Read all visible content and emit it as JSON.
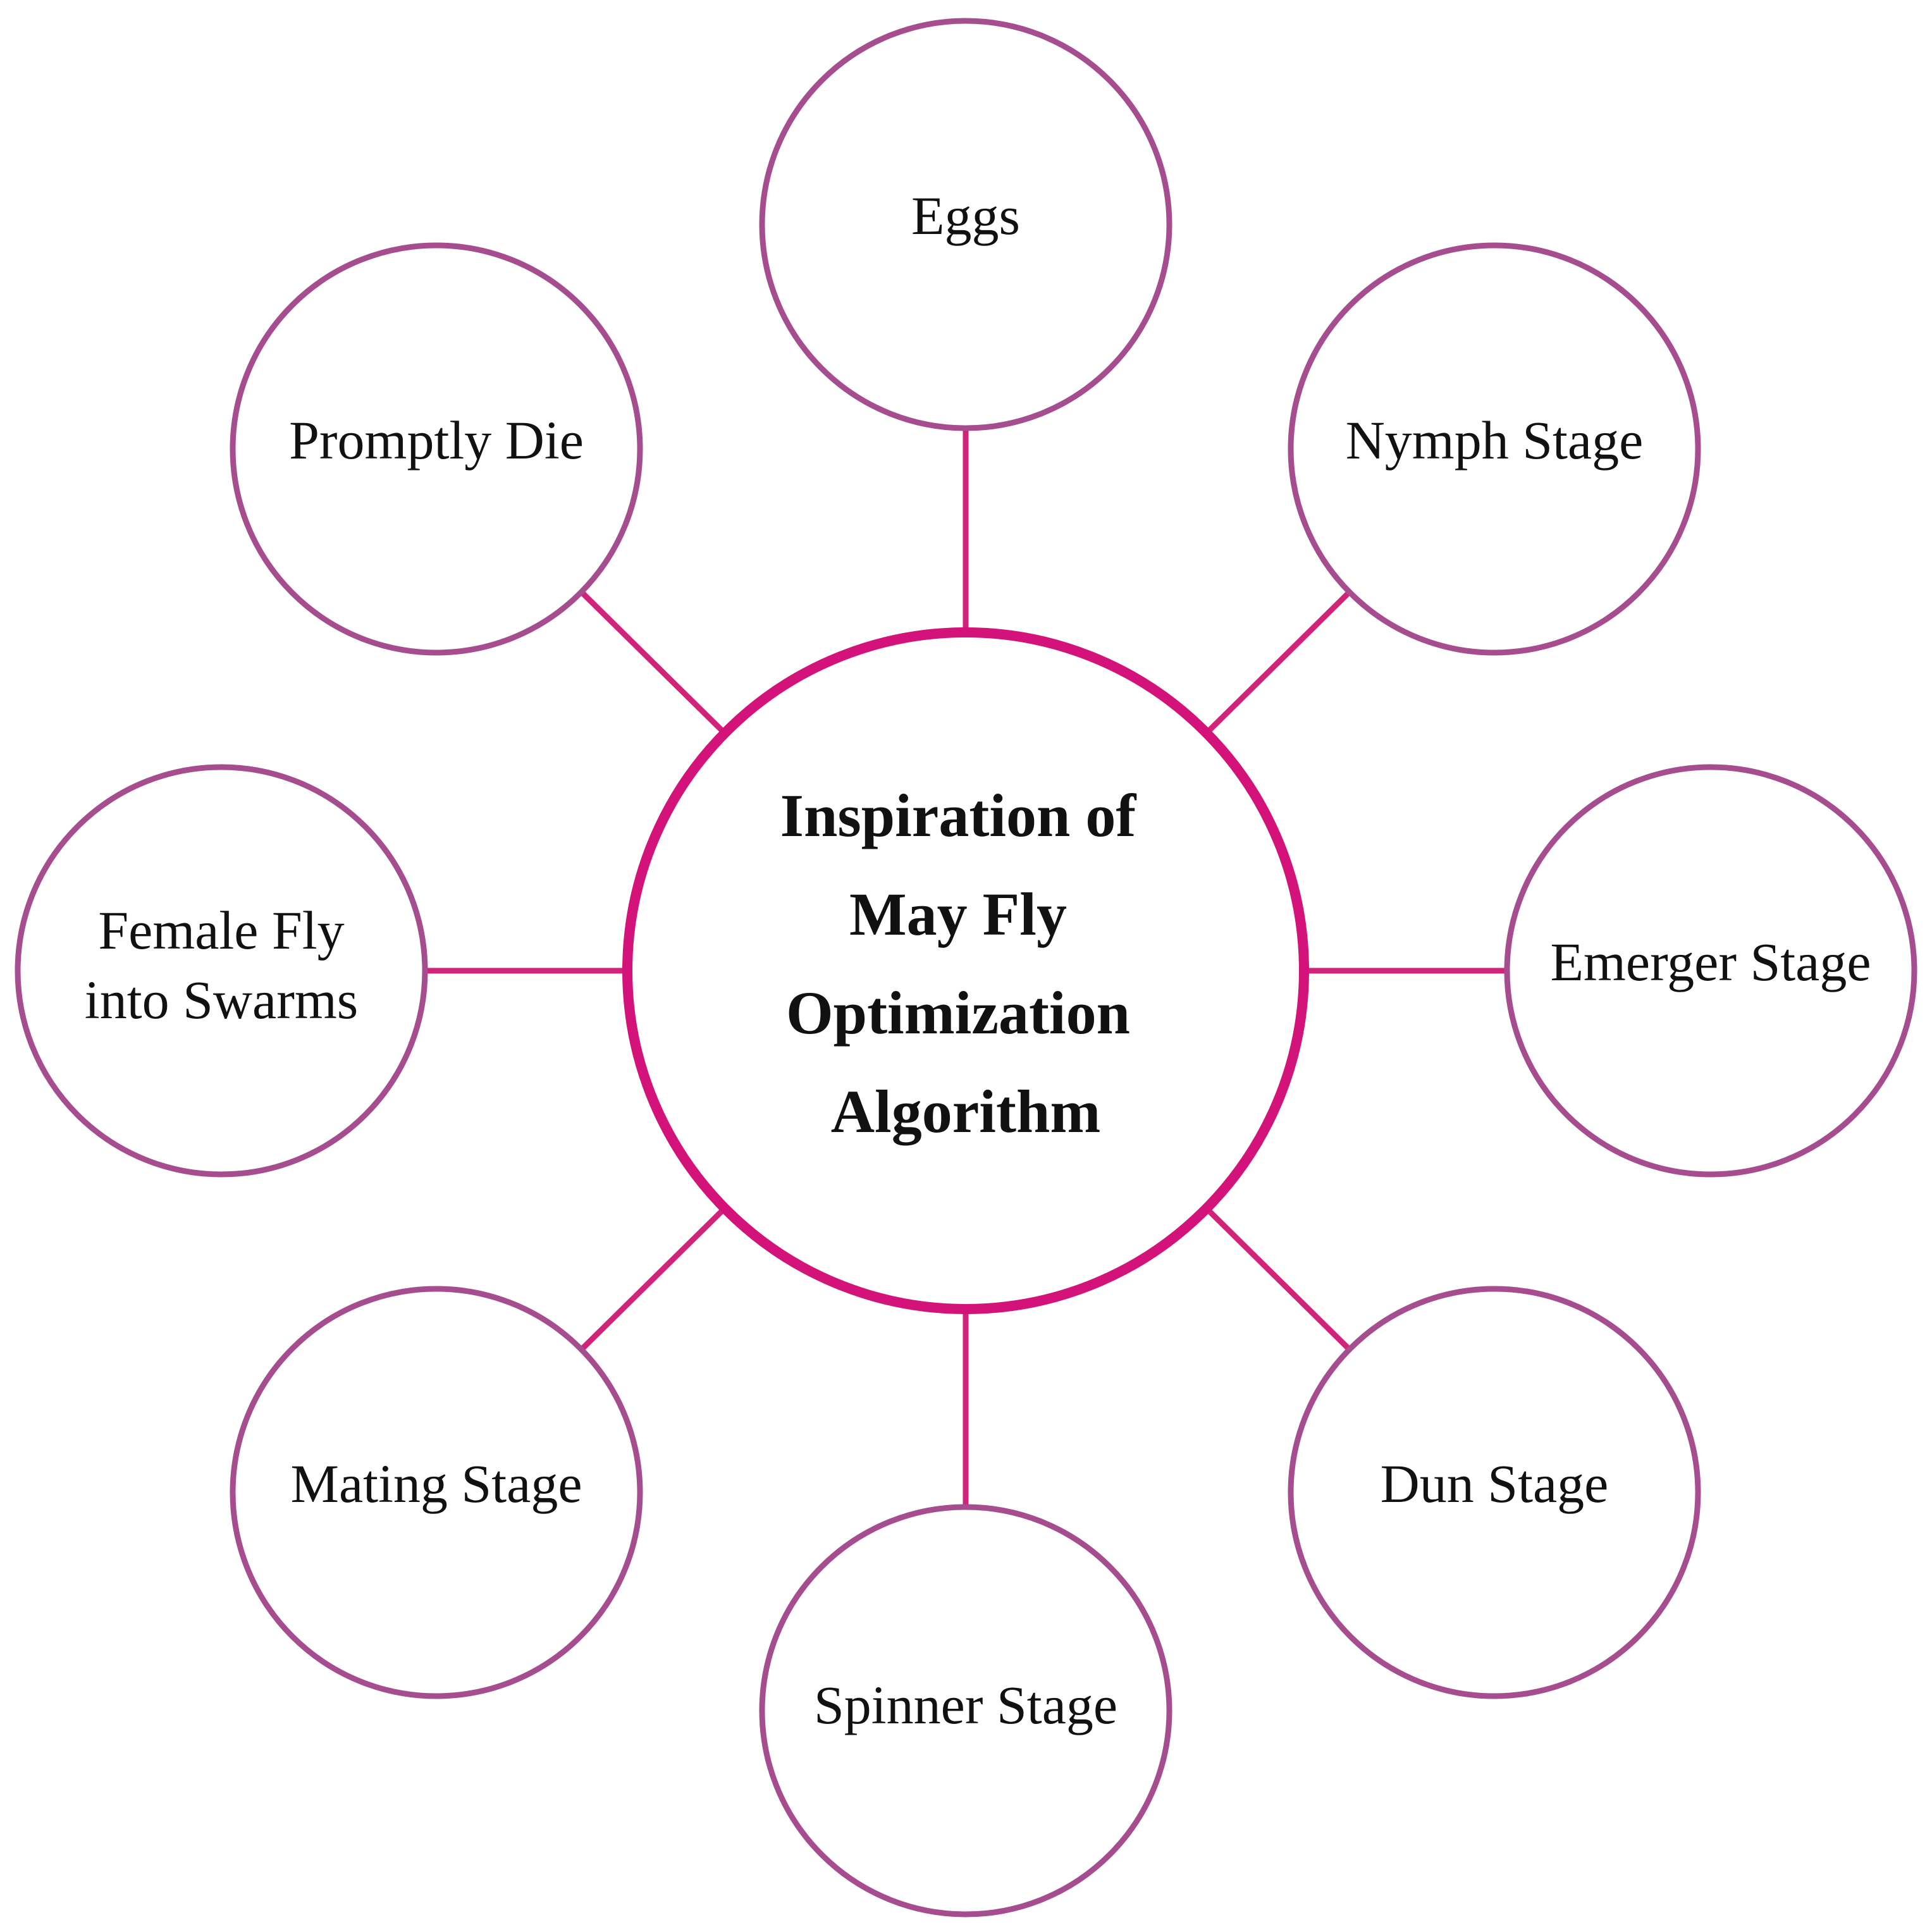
{
  "center": {
    "lines": [
      "Inspiration of",
      "May Fly",
      "Optimization",
      "Algorithm"
    ]
  },
  "stages": [
    {
      "id": "eggs",
      "lines": [
        "Eggs"
      ]
    },
    {
      "id": "nymph-stage",
      "lines": [
        "Nymph Stage"
      ]
    },
    {
      "id": "emerger-stage",
      "lines": [
        "Emerger Stage"
      ]
    },
    {
      "id": "dun-stage",
      "lines": [
        "Dun Stage"
      ]
    },
    {
      "id": "spinner-stage",
      "lines": [
        "Spinner Stage"
      ]
    },
    {
      "id": "mating-stage",
      "lines": [
        "Mating Stage"
      ]
    },
    {
      "id": "female-fly-into-swarms",
      "lines": [
        "Female Fly",
        "into Swarms"
      ]
    },
    {
      "id": "promptly-die",
      "lines": [
        "Promptly Die"
      ]
    }
  ],
  "colors": {
    "center_outline": "#d4137a",
    "stage_outline": "#a64d8f",
    "connector": "#d2237a",
    "text": "#111111",
    "background": "#ffffff"
  }
}
